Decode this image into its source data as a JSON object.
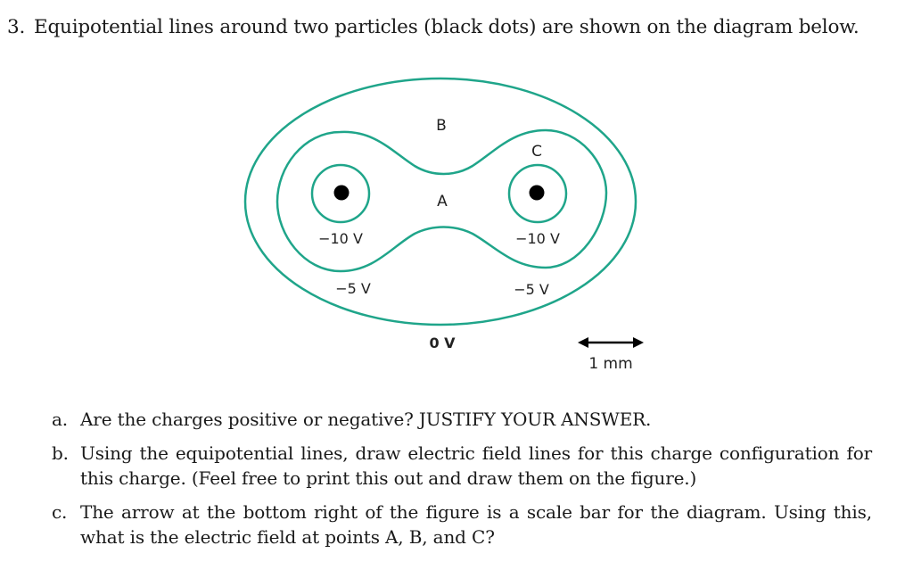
{
  "question": {
    "number": "3.",
    "text": "Equipotential lines around two particles (black dots) are shown on the diagram below."
  },
  "diagram": {
    "line_color": "#1fa58a",
    "dot_color": "#000000",
    "points": {
      "A": "A",
      "B": "B",
      "C": "C"
    },
    "potential_labels": {
      "left_inner": "−10 V",
      "right_inner": "−10 V",
      "left_middle": "−5 V",
      "right_middle": "−5 V",
      "outer": "0 V"
    },
    "scale_bar": {
      "label": "1 mm"
    }
  },
  "subquestions": [
    {
      "label": "a.",
      "text": "Are the charges positive or negative? JUSTIFY YOUR ANSWER."
    },
    {
      "label": "b.",
      "text": "Using the equipotential lines, draw electric field lines for this charge configuration for this charge. (Feel free to print this out and draw them on the figure.)"
    },
    {
      "label": "c.",
      "text": "The arrow at the bottom right of the figure is a scale bar for the diagram. Using this, what is the electric field at points A, B, and C?"
    }
  ]
}
